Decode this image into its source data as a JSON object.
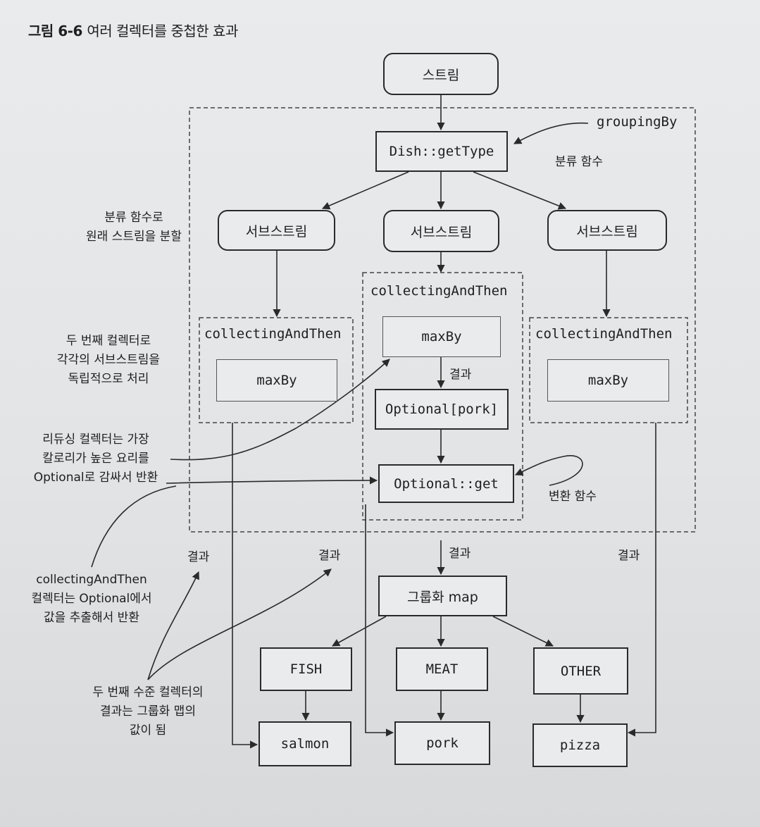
{
  "figure": {
    "number": "그림 6-6",
    "caption": "여러 컬렉터를 중첩한 효과"
  },
  "nodes": {
    "stream": "스트림",
    "get_type": "Dish::getType",
    "substream": "서브스트림",
    "collecting_and_then": "collectingAndThen",
    "max_by": "maxBy",
    "optional_pork": "Optional[pork]",
    "optional_get": "Optional::get",
    "grouping_map": "그룹화 map",
    "keys": [
      "FISH",
      "MEAT",
      "OTHER"
    ],
    "values": [
      "salmon",
      "pork",
      "pizza"
    ]
  },
  "labels": {
    "grouping_by": "groupingBy",
    "classifier": "분류 함수",
    "transformer": "변환 함수",
    "result": "결과"
  },
  "notes": {
    "split": [
      "분류 함수로",
      "원래 스트림을 분할"
    ],
    "second_collector": [
      "두 번째 컬렉터로",
      "각각의 서브스트림을",
      "독립적으로 처리"
    ],
    "reducing": [
      "리듀싱 컬렉터는 가장",
      "칼로리가 높은 요리를",
      "Optional로 감싸서 반환"
    ],
    "collecting_and_then": [
      "collectingAndThen",
      "컬렉터는 Optional에서",
      "값을 추출해서 반환"
    ],
    "second_level": [
      "두 번째 수준 컬렉터의",
      "결과는 그룹화 맵의",
      "값이 됨"
    ]
  }
}
